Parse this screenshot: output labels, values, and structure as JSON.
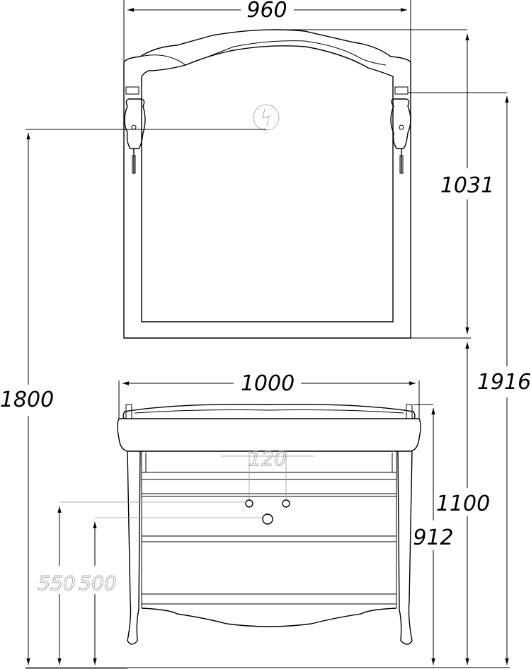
{
  "dimensions": {
    "mirror_width": "960",
    "mirror_height": "1031",
    "lamp_height": "1800",
    "total_height": "1916",
    "vanity_width": "1000",
    "hole_spacing": "120",
    "vanity_height": "1100",
    "top_height": "912",
    "drain_550": "550",
    "drain_500": "500"
  },
  "colors": {
    "line": "#000000",
    "secondary": "#9a9a9a",
    "background": "#ffffff"
  },
  "icons": {
    "outlet": "power-outlet-icon"
  }
}
